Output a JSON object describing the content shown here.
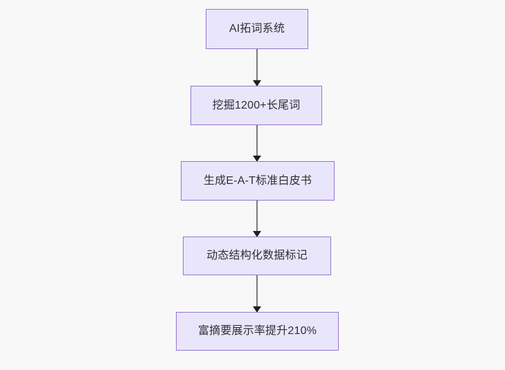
{
  "diagram": {
    "type": "flowchart",
    "direction": "top-to-bottom",
    "background_color": "#f8f8f8",
    "node_fill_color": "#e9e6fb",
    "node_border_color": "#9673d3",
    "node_text_color": "#2f2f34",
    "connector_color": "#7b7b7b",
    "arrowhead_color": "#1f1f1f",
    "nodes": [
      {
        "id": "node-1",
        "label": "AI拓词系统"
      },
      {
        "id": "node-2",
        "label": "挖掘1200+长尾词"
      },
      {
        "id": "node-3",
        "label": "生成E-A-T标准白皮书"
      },
      {
        "id": "node-4",
        "label": "动态结构化数据标记"
      },
      {
        "id": "node-5",
        "label": "富摘要展示率提升210%"
      }
    ],
    "edges": [
      {
        "id": "edge-1",
        "from": "node-1",
        "to": "node-2"
      },
      {
        "id": "edge-2",
        "from": "node-2",
        "to": "node-3"
      },
      {
        "id": "edge-3",
        "from": "node-3",
        "to": "node-4"
      },
      {
        "id": "edge-4",
        "from": "node-4",
        "to": "node-5"
      }
    ]
  }
}
